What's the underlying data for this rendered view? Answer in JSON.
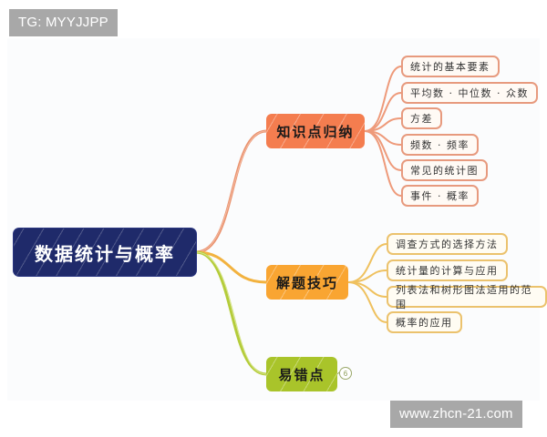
{
  "watermarks": {
    "top": "TG: MYYJJPP",
    "bottom": "www.zhcn-21.com"
  },
  "mindmap": {
    "root": {
      "label": "数据统计与概率",
      "color": "#1f2a6a"
    },
    "branches": [
      {
        "label": "知识点归纳",
        "color": "#f47d4f",
        "children": [
          {
            "label": "统计的基本要素"
          },
          {
            "label": "平均数 · 中位数 · 众数"
          },
          {
            "label": "方差"
          },
          {
            "label": "频数 · 频率"
          },
          {
            "label": "常见的统计图"
          },
          {
            "label": "事件 · 概率"
          }
        ]
      },
      {
        "label": "解题技巧",
        "color": "#f9a532",
        "children": [
          {
            "label": "调查方式的选择方法"
          },
          {
            "label": "统计量的计算与应用"
          },
          {
            "label": "列表法和树形图法适用的范围"
          },
          {
            "label": "概率的应用"
          }
        ]
      },
      {
        "label": "易错点",
        "color": "#a9c42a",
        "collapsed_count": "6",
        "children": []
      }
    ]
  }
}
